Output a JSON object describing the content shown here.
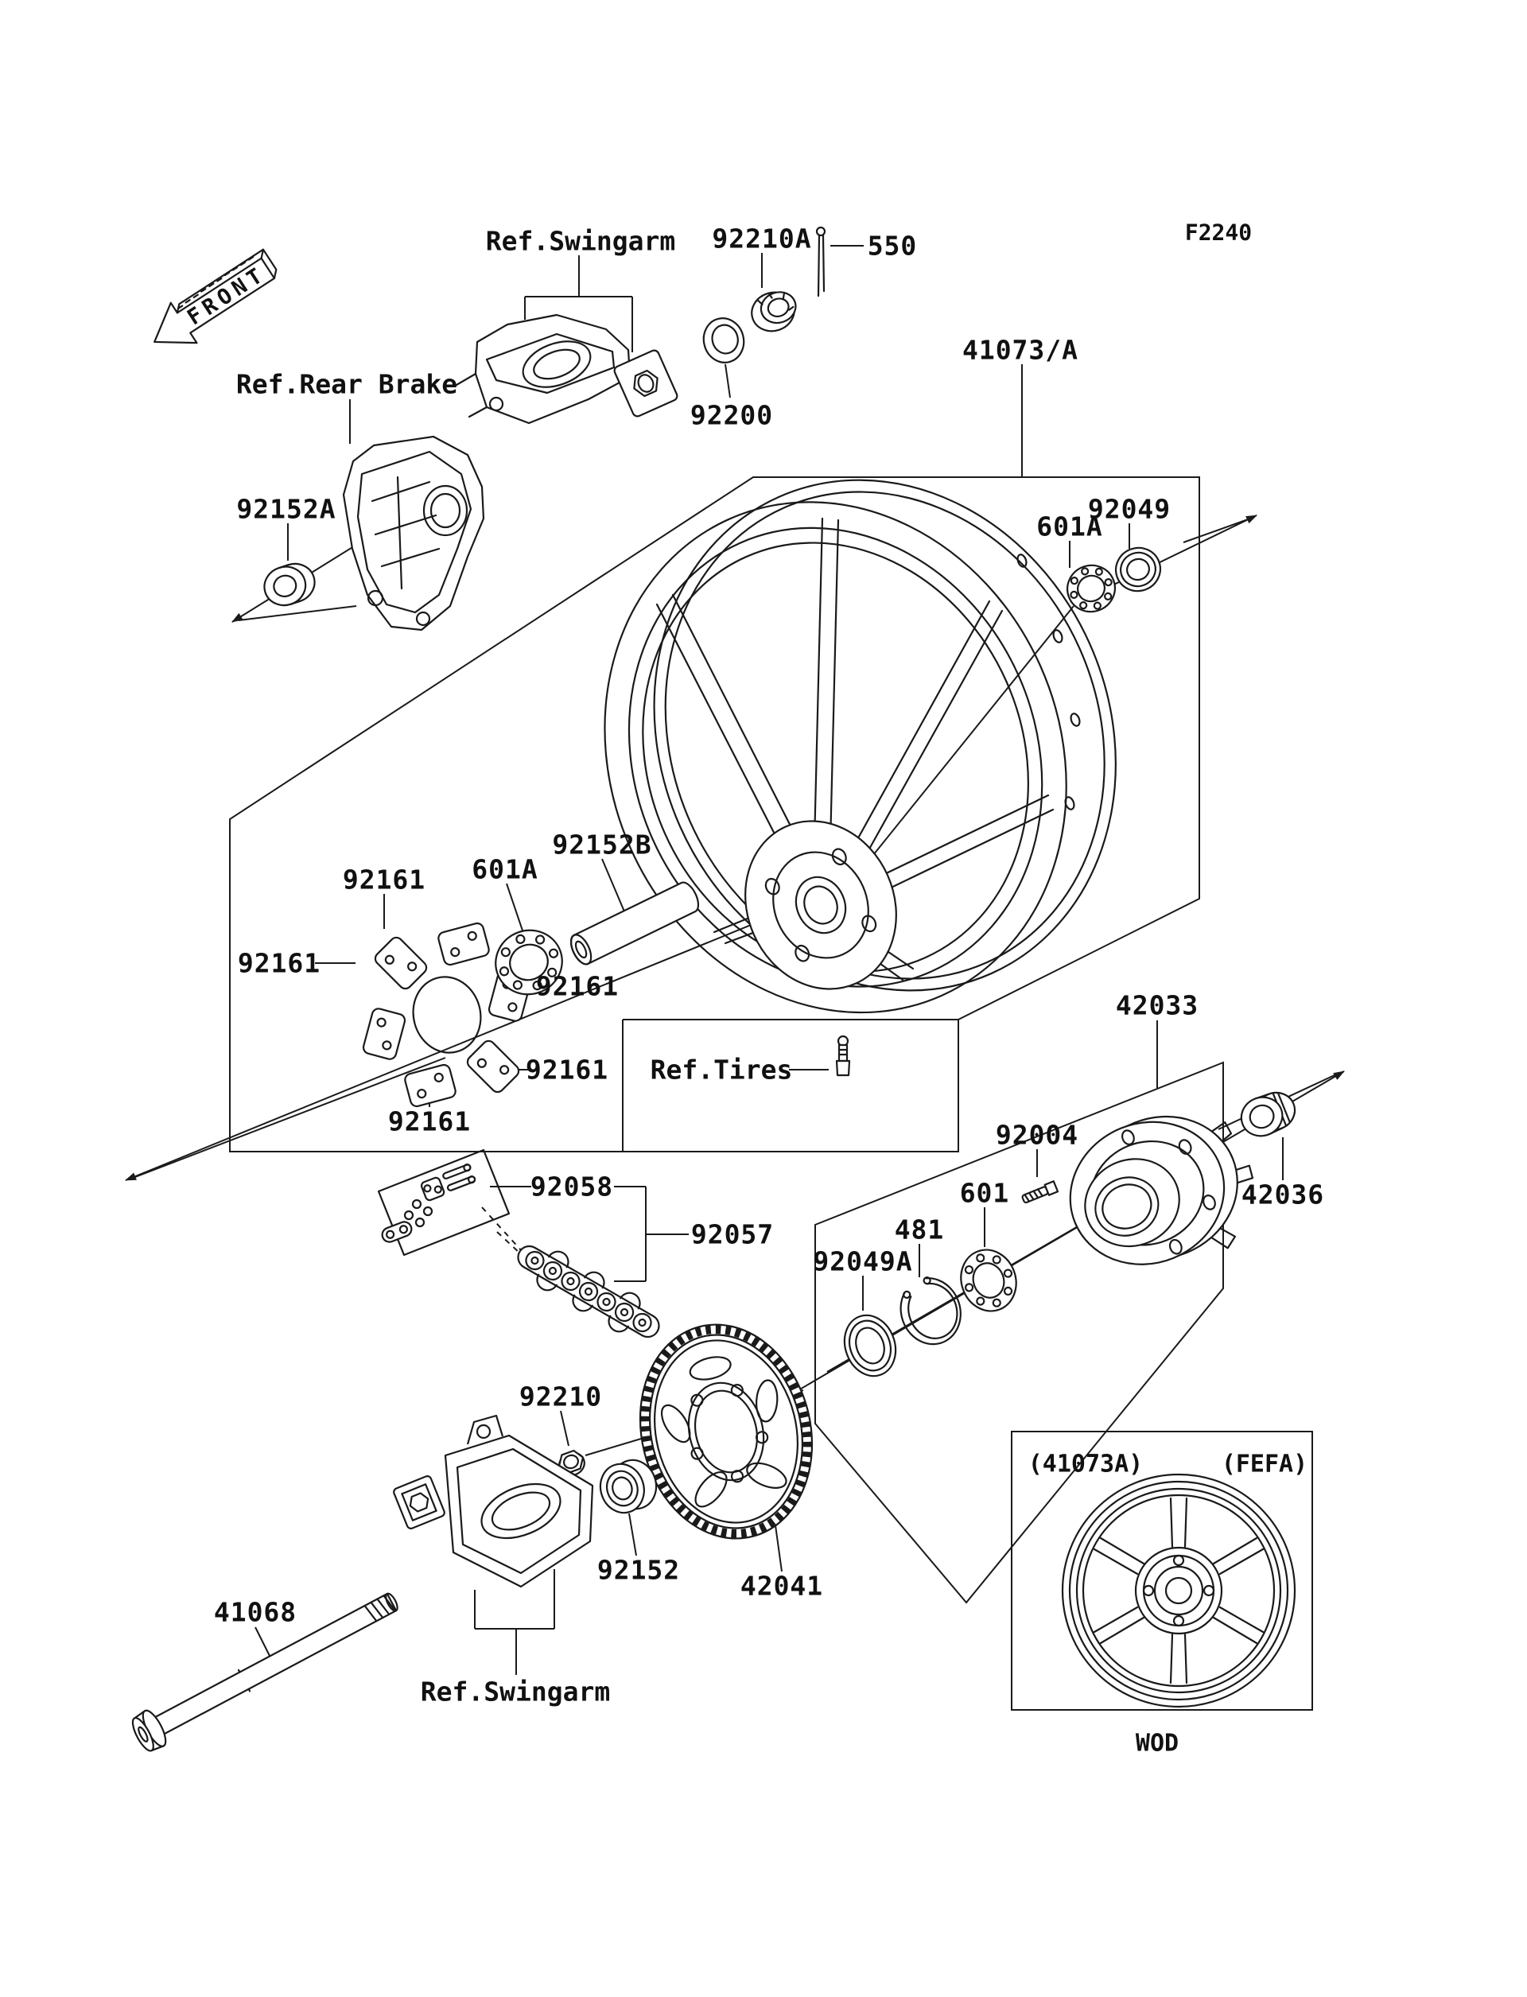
{
  "diagram": {
    "title_code": "F2240",
    "front_badge": "FRONT",
    "labels": {
      "ref_swingarm_top": "Ref.Swingarm",
      "p92210a": "92210A",
      "p550": "550",
      "p92200": "92200",
      "ref_rear_brake": "Ref.Rear Brake",
      "p41073a": "41073/A",
      "p92152a": "92152A",
      "p92049": "92049",
      "p601a_wheel": "601A",
      "p92152b": "92152B",
      "p601a_damper": "601A",
      "p92161_top": "92161",
      "p92161_left": "92161",
      "p92161_right_upper": "92161",
      "p92161_right_lower": "92161",
      "p92161_bottom": "92161",
      "ref_tires": "Ref.Tires",
      "p42033": "42033",
      "p92058": "92058",
      "p92057": "92057",
      "p92004": "92004",
      "p601": "601",
      "p481": "481",
      "p92049a": "92049A",
      "p42036": "42036",
      "p92210": "92210",
      "p92152": "92152",
      "p42041": "42041",
      "p41068": "41068",
      "ref_swingarm_bottom": "Ref.Swingarm",
      "inset_left": "(41073A)",
      "inset_right": "(FEFA)",
      "inset_code": "WOD"
    }
  }
}
